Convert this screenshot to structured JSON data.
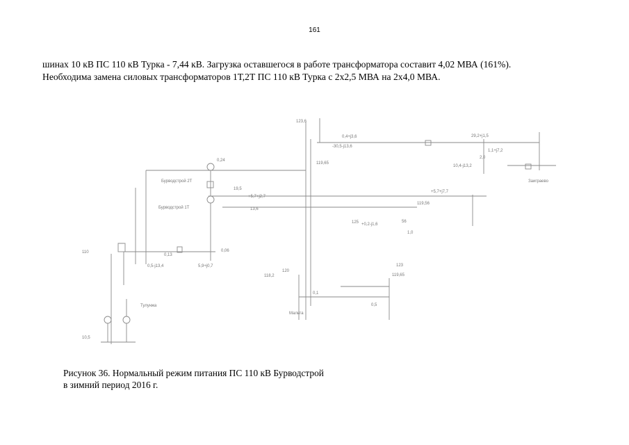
{
  "page": {
    "number": "161"
  },
  "text": {
    "line1": "шинах 10 кВ ПС 110 кВ Турка - 7,44 кВ. Загрузка оставшегося в работе трансформатора составит 4,02 МВА (161%).",
    "line2": "Необходима замена силовых трансформаторов 1Т,2Т ПС 110 кВ Турка с 2х2,5 МВА на 2х4,0 МВА."
  },
  "diagram": {
    "labels": {
      "l01": "123,6",
      "l02": "29,2+j1,5",
      "l03": "0,4+j3,6",
      "l04": "-30,5-j13,6",
      "l05": "1,1+j7,2",
      "l06": "2,0",
      "l07": "10,4-j13,2",
      "l08": "Заиграево",
      "l09": "0,24",
      "l10": "119,65",
      "l11": "Бурводстрой 2Т",
      "l12": "Бурводстрой 1Т",
      "l13": "19,5",
      "l14": "+5,7+j2,7",
      "l15": "+5,7+j7,7",
      "l16": "13,6",
      "l17": "119,56",
      "l18": "125",
      "l19": "+0,2-j1,6",
      "l20": "56",
      "l21": "1,0",
      "l22": "110",
      "l23": "0,13",
      "l24": "0,5-j13,4",
      "l25": "5,9+j0,7",
      "l26": "0,06",
      "l27": "120",
      "l28": "119,65",
      "l29": "Тулунжа",
      "l30": "Мальта",
      "l31": "118,2",
      "l32": "0,1",
      "l33": "0,5",
      "l34": "123",
      "l35": "10,5"
    }
  },
  "caption": {
    "line1": "Рисунок 36. Нормальный режим  питания  ПС 110 кВ Бурводстрой",
    "line2": "в зимний период 2016 г."
  }
}
